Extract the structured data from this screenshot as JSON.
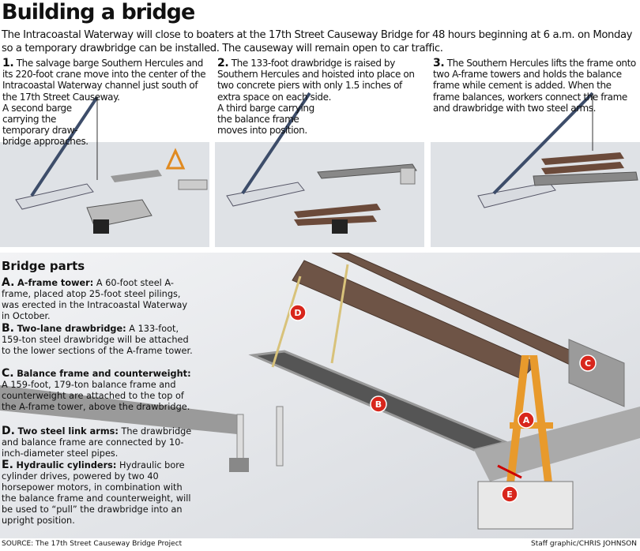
{
  "title": "Building a bridge",
  "intro": "The Intracoastal Waterway will close to boaters at the 17th Street Causeway Bridge for 48 hours beginning at 6 a.m. on Monday so a temporary drawbridge can be installed. The causeway will remain open to car traffic.",
  "steps": [
    {
      "num": "1.",
      "text": "The salvage barge Southern Hercules and its 220-foot crane move into the center of the Intracoastal Waterway channel just south of the 17th Street Causeway.",
      "text2": "A second barge carrying the temporary draw-bridge approaches."
    },
    {
      "num": "2.",
      "text": "The 133-foot drawbridge is raised by Southern Hercules and hoisted into place on two concrete piers with only 1.5 inches of extra space on each side.",
      "text2": "A third barge carrying the balance frame moves into position."
    },
    {
      "num": "3.",
      "text": "The Southern Hercules lifts the frame onto two A-frame towers and holds the balance frame while cement is added. When the frame balances, workers connect the frame and drawbridge with two steel arms.",
      "text2": ""
    }
  ],
  "parts_title": "Bridge parts",
  "parts": [
    {
      "letter": "A.",
      "name": "A-frame tower:",
      "text": "A 60-foot steel A-frame, placed atop 25-foot steel pilings, was erected in the Intracoastal Waterway in October."
    },
    {
      "letter": "B.",
      "name": "Two-lane drawbridge:",
      "text": "A 133-foot, 159-ton steel drawbridge will be attached to the lower sections of the A-frame tower."
    },
    {
      "letter": "C.",
      "name": "Balance frame and counterweight:",
      "text": "A 159-foot, 179-ton balance frame and counterweight are attached to the top of the A-frame tower, above the drawbridge."
    },
    {
      "letter": "D.",
      "name": "Two steel link arms:",
      "text": "The drawbridge and balance frame are connected by 10-inch-diameter steel pipes."
    },
    {
      "letter": "E.",
      "name": "Hydraulic cylinders:",
      "text": "Hydraulic bore cylinder drives, powered by two 40 horsepower motors, in combination with the balance frame and counterweight, will be used to “pull” the drawbridge into an upright position."
    }
  ],
  "markers": [
    "A",
    "B",
    "C",
    "D",
    "E"
  ],
  "source": "SOURCE: The 17th Street Causeway Bridge Project",
  "credit": "Staff graphic/CHRIS JOHNSON",
  "colors": {
    "marker": "#d8261c",
    "frame": "#e89a2c",
    "beam": "#7a5a48",
    "water": "#dfe2e6"
  }
}
